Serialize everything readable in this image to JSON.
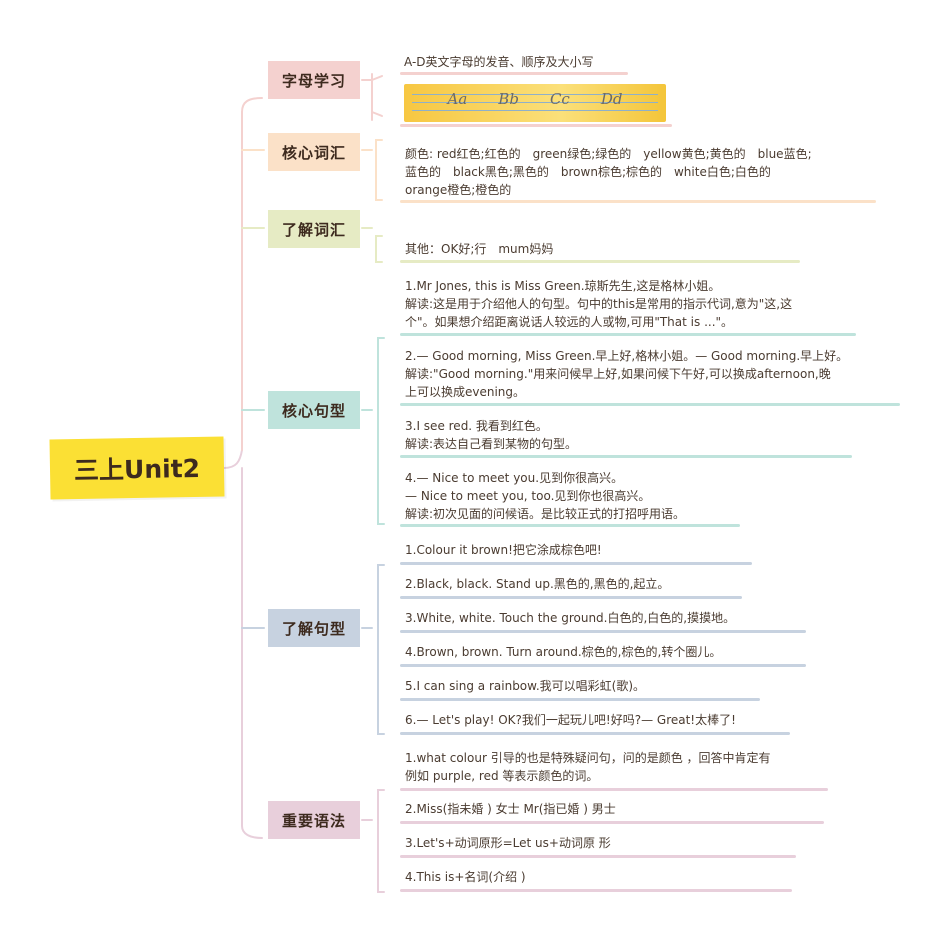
{
  "root": {
    "label": "三上Unit2"
  },
  "colors": {
    "root": "#fbe034",
    "letters": "#f4d1cf",
    "core_vocab": "#fbe1c8",
    "know_vocab": "#e6ebc4",
    "core_sent": "#bfe3dc",
    "know_sent": "#c7d2e0",
    "grammar": "#e8cfdb"
  },
  "categories": [
    {
      "label": "字母学习"
    },
    {
      "label": "核心词汇"
    },
    {
      "label": "了解词汇"
    },
    {
      "label": "核心句型"
    },
    {
      "label": "了解句型"
    },
    {
      "label": "重要语法"
    }
  ],
  "letters": {
    "text": "A-D英文字母的发音、顺序及大小写",
    "alphabet": [
      "Aa",
      "Bb",
      "Cc",
      "Dd"
    ]
  },
  "core_vocab": {
    "lines": [
      "颜色: red红色;红色的　green绿色;绿色的　yellow黄色;黄色的　blue蓝色;",
      "蓝色的　black黑色;黑色的　brown棕色;棕色的　white白色;白色的",
      "orange橙色;橙色的"
    ]
  },
  "know_vocab": {
    "text": "其他：OK好;行　mum妈妈"
  },
  "core_sentences": [
    {
      "lines": [
        "1.Mr Jones, this is Miss Green.琼斯先生,这是格林小姐。",
        "解读:这是用于介绍他人的句型。句中的this是常用的指示代词,意为\"这,这",
        "个\"。如果想介绍距离说话人较远的人或物,可用\"That is ...\"。"
      ]
    },
    {
      "lines": [
        "2.— Good morning, Miss Green.早上好,格林小姐。— Good morning.早上好。",
        "解读:\"Good morning.\"用来问候早上好,如果问候下午好,可以换成afternoon,晚",
        "上可以换成evening。"
      ]
    },
    {
      "lines": [
        "3.I see red. 我看到红色。",
        "解读:表达自己看到某物的句型。"
      ]
    },
    {
      "lines": [
        "4.— Nice to meet you.见到你很高兴。",
        "— Nice to meet you, too.见到你也很高兴。",
        "解读:初次见面的问候语。是比较正式的打招呼用语。"
      ]
    }
  ],
  "know_sentences": [
    {
      "text": "1.Colour it brown!把它涂成棕色吧!"
    },
    {
      "text": "2.Black, black. Stand up.黑色的,黑色的,起立。"
    },
    {
      "text": "3.White, white. Touch the ground.白色的,白色的,摸摸地。"
    },
    {
      "text": "4.Brown, brown. Turn around.棕色的,棕色的,转个圈儿。"
    },
    {
      "text": "5.I can sing a rainbow.我可以唱彩虹(歌)。"
    },
    {
      "text": "6.— Let's play! OK?我们一起玩儿吧!好吗?— Great!太棒了!"
    }
  ],
  "grammar": [
    {
      "lines": [
        "1.what colour 引导的也是特殊疑问句，问的是颜色 ，回答中肯定有",
        "例如 purple, red 等表示颜色的词。"
      ]
    },
    {
      "lines": [
        "2.Miss(指未婚 ) 女士 Mr(指已婚 ) 男士"
      ]
    },
    {
      "lines": [
        "3.Let's+动词原形=Let us+动词原 形"
      ]
    },
    {
      "lines": [
        "4.This is+名词(介绍 )"
      ]
    }
  ]
}
